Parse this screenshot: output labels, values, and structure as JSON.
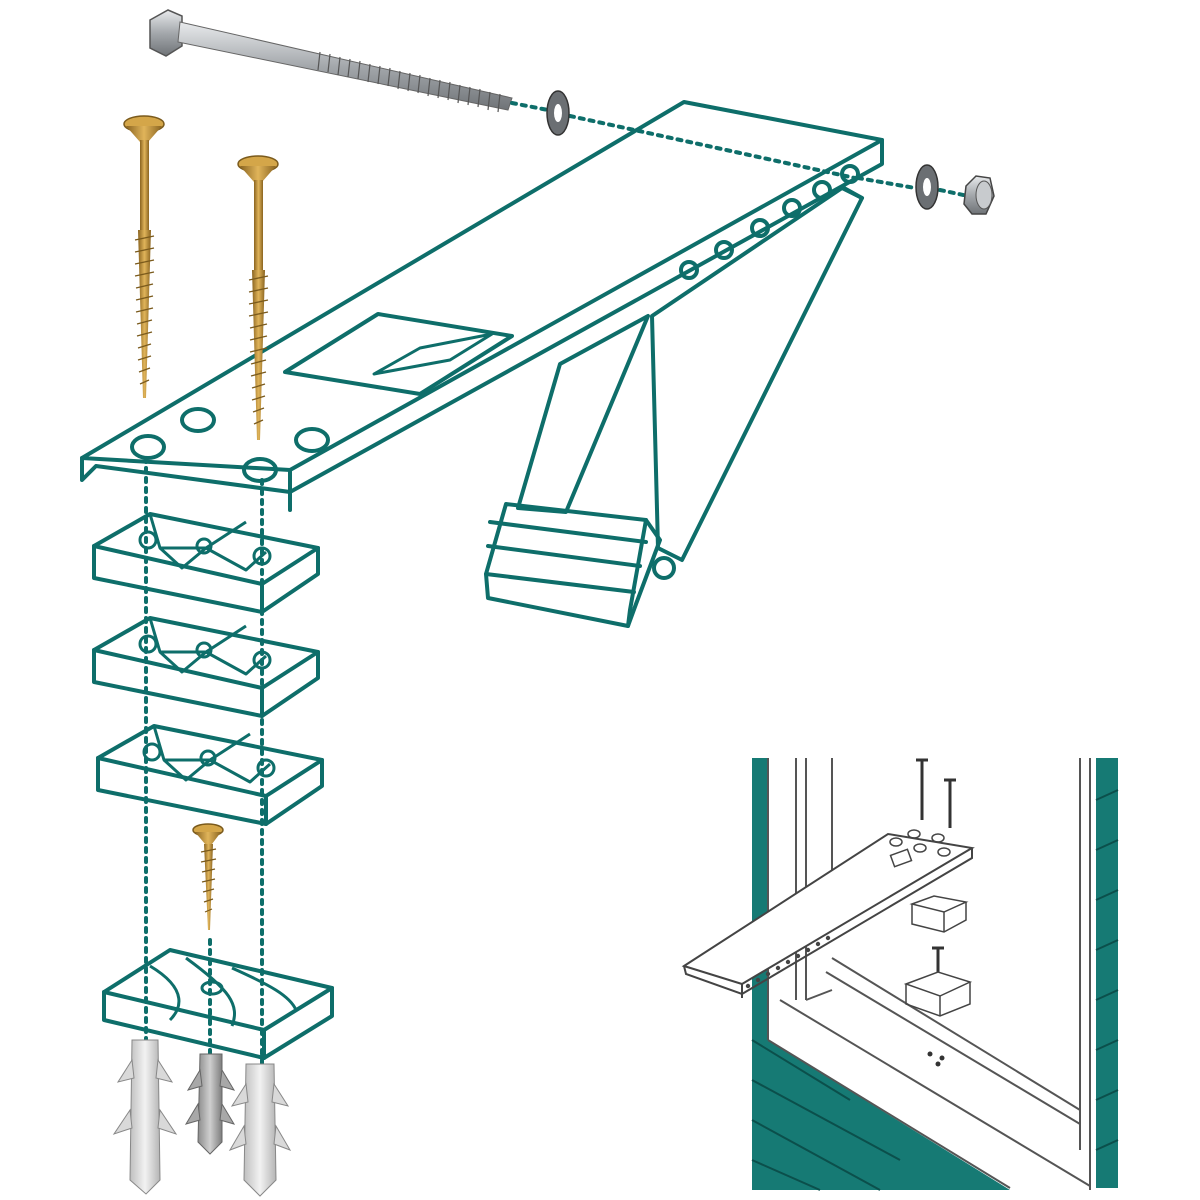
{
  "bracket_label": "",
  "colors": {
    "outline": "#0e6e6a",
    "wall_fill": "#167a74",
    "screw_brass": "#c79a3c",
    "bolt_steel": "#a9adb1",
    "anchor_plug": "#dcdcdc",
    "inset_line": "#4a4a4a"
  },
  "parts": [
    "long-hex-bolt",
    "washer",
    "lock-nut",
    "long-wood-screw",
    "short-wood-screw",
    "leveling-block",
    "base-block",
    "wall-anchor-plug",
    "support-bracket",
    "rubber-foot-pad"
  ],
  "counts": {
    "long_wood_screws": 2,
    "leveling_blocks": 3,
    "wall_anchors": 3,
    "washers": 2,
    "adjustment_holes": 6
  },
  "inset": {
    "description_icons": [
      "window-frame-icon",
      "installed-bracket-icon"
    ]
  }
}
